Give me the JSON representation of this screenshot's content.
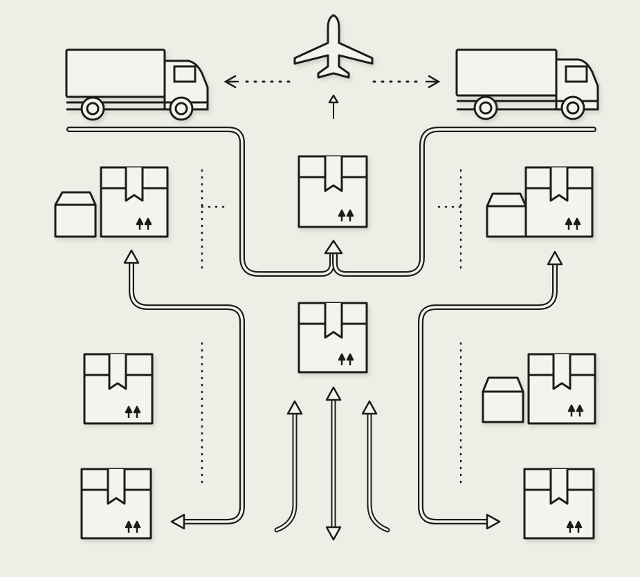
{
  "colors": {
    "background": "#eeeee6",
    "stroke": "#1c1c1c",
    "fill": "#f4f4ef",
    "shadow": "#d8d8d0"
  },
  "icons": {
    "vehicles": [
      "truck-icon",
      "airplane-icon",
      "truck-icon"
    ],
    "packages": [
      "package-box-icon",
      "small-box-icon",
      "this-side-up-arrows-icon"
    ],
    "connectors": [
      "flow-arrow",
      "dotted-arrow",
      "dotted-guide-line"
    ]
  }
}
